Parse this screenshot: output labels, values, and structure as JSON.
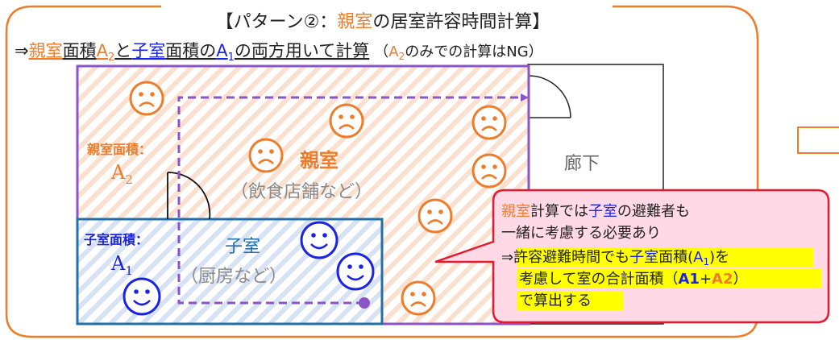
{
  "title": {
    "bracket_open": "【",
    "prefix": "パターン②：",
    "highlight": "親室",
    "suffix": "の居室許容時間計算",
    "bracket_close": "】"
  },
  "subtitle": {
    "arrow": "⇒",
    "parent_room": "親室",
    "area_label_1": "面積",
    "a2_symbol": "A",
    "a2_sub": "2",
    "and_text": "と",
    "child_room": "子室",
    "area_label_2": "面積の",
    "a1_symbol": "A",
    "a1_sub": "1",
    "rest_text": "の両方用いて計算",
    "paren_open": "（",
    "paren_a": "A",
    "paren_sub": "2",
    "paren_rest": "のみでの計算はNG）"
  },
  "parent_room": {
    "area_label": "親室面積：",
    "area_symbol": "A",
    "area_sub": "2",
    "name": "親室",
    "usage": "（飲食店舗など）"
  },
  "child_room": {
    "area_label": "子室面積：",
    "area_symbol": "A",
    "area_sub": "1",
    "name": "子室",
    "usage": "（厨房など）"
  },
  "corridor": {
    "label": "廊下"
  },
  "callout": {
    "line1_parent": "親室",
    "line1_mid": "計算では",
    "line1_child": "子室",
    "line1_end": "の避難者も",
    "line2": "一緒に考慮する必要あり",
    "line3_arrow": "⇒",
    "line3_text": "許容避難時間でも",
    "line3_child": "子室",
    "line3_area": "面積(",
    "line3_a": "A",
    "line3_sub": "1",
    "line3_end": ")を",
    "line4_start": "考慮して室の合計面積（",
    "line4_a1": "A1",
    "line4_plus": "+",
    "line4_a2": "A2",
    "line4_end": "）",
    "line5": "で算出する"
  },
  "colors": {
    "orange": "#f07c2a",
    "purple": "#8b55c8",
    "blue": "#1b24e6",
    "teal_blue": "#2270a8",
    "callout_border": "#e8192c",
    "callout_fill": "#ffd9e6",
    "highlight": "#ffff00"
  }
}
